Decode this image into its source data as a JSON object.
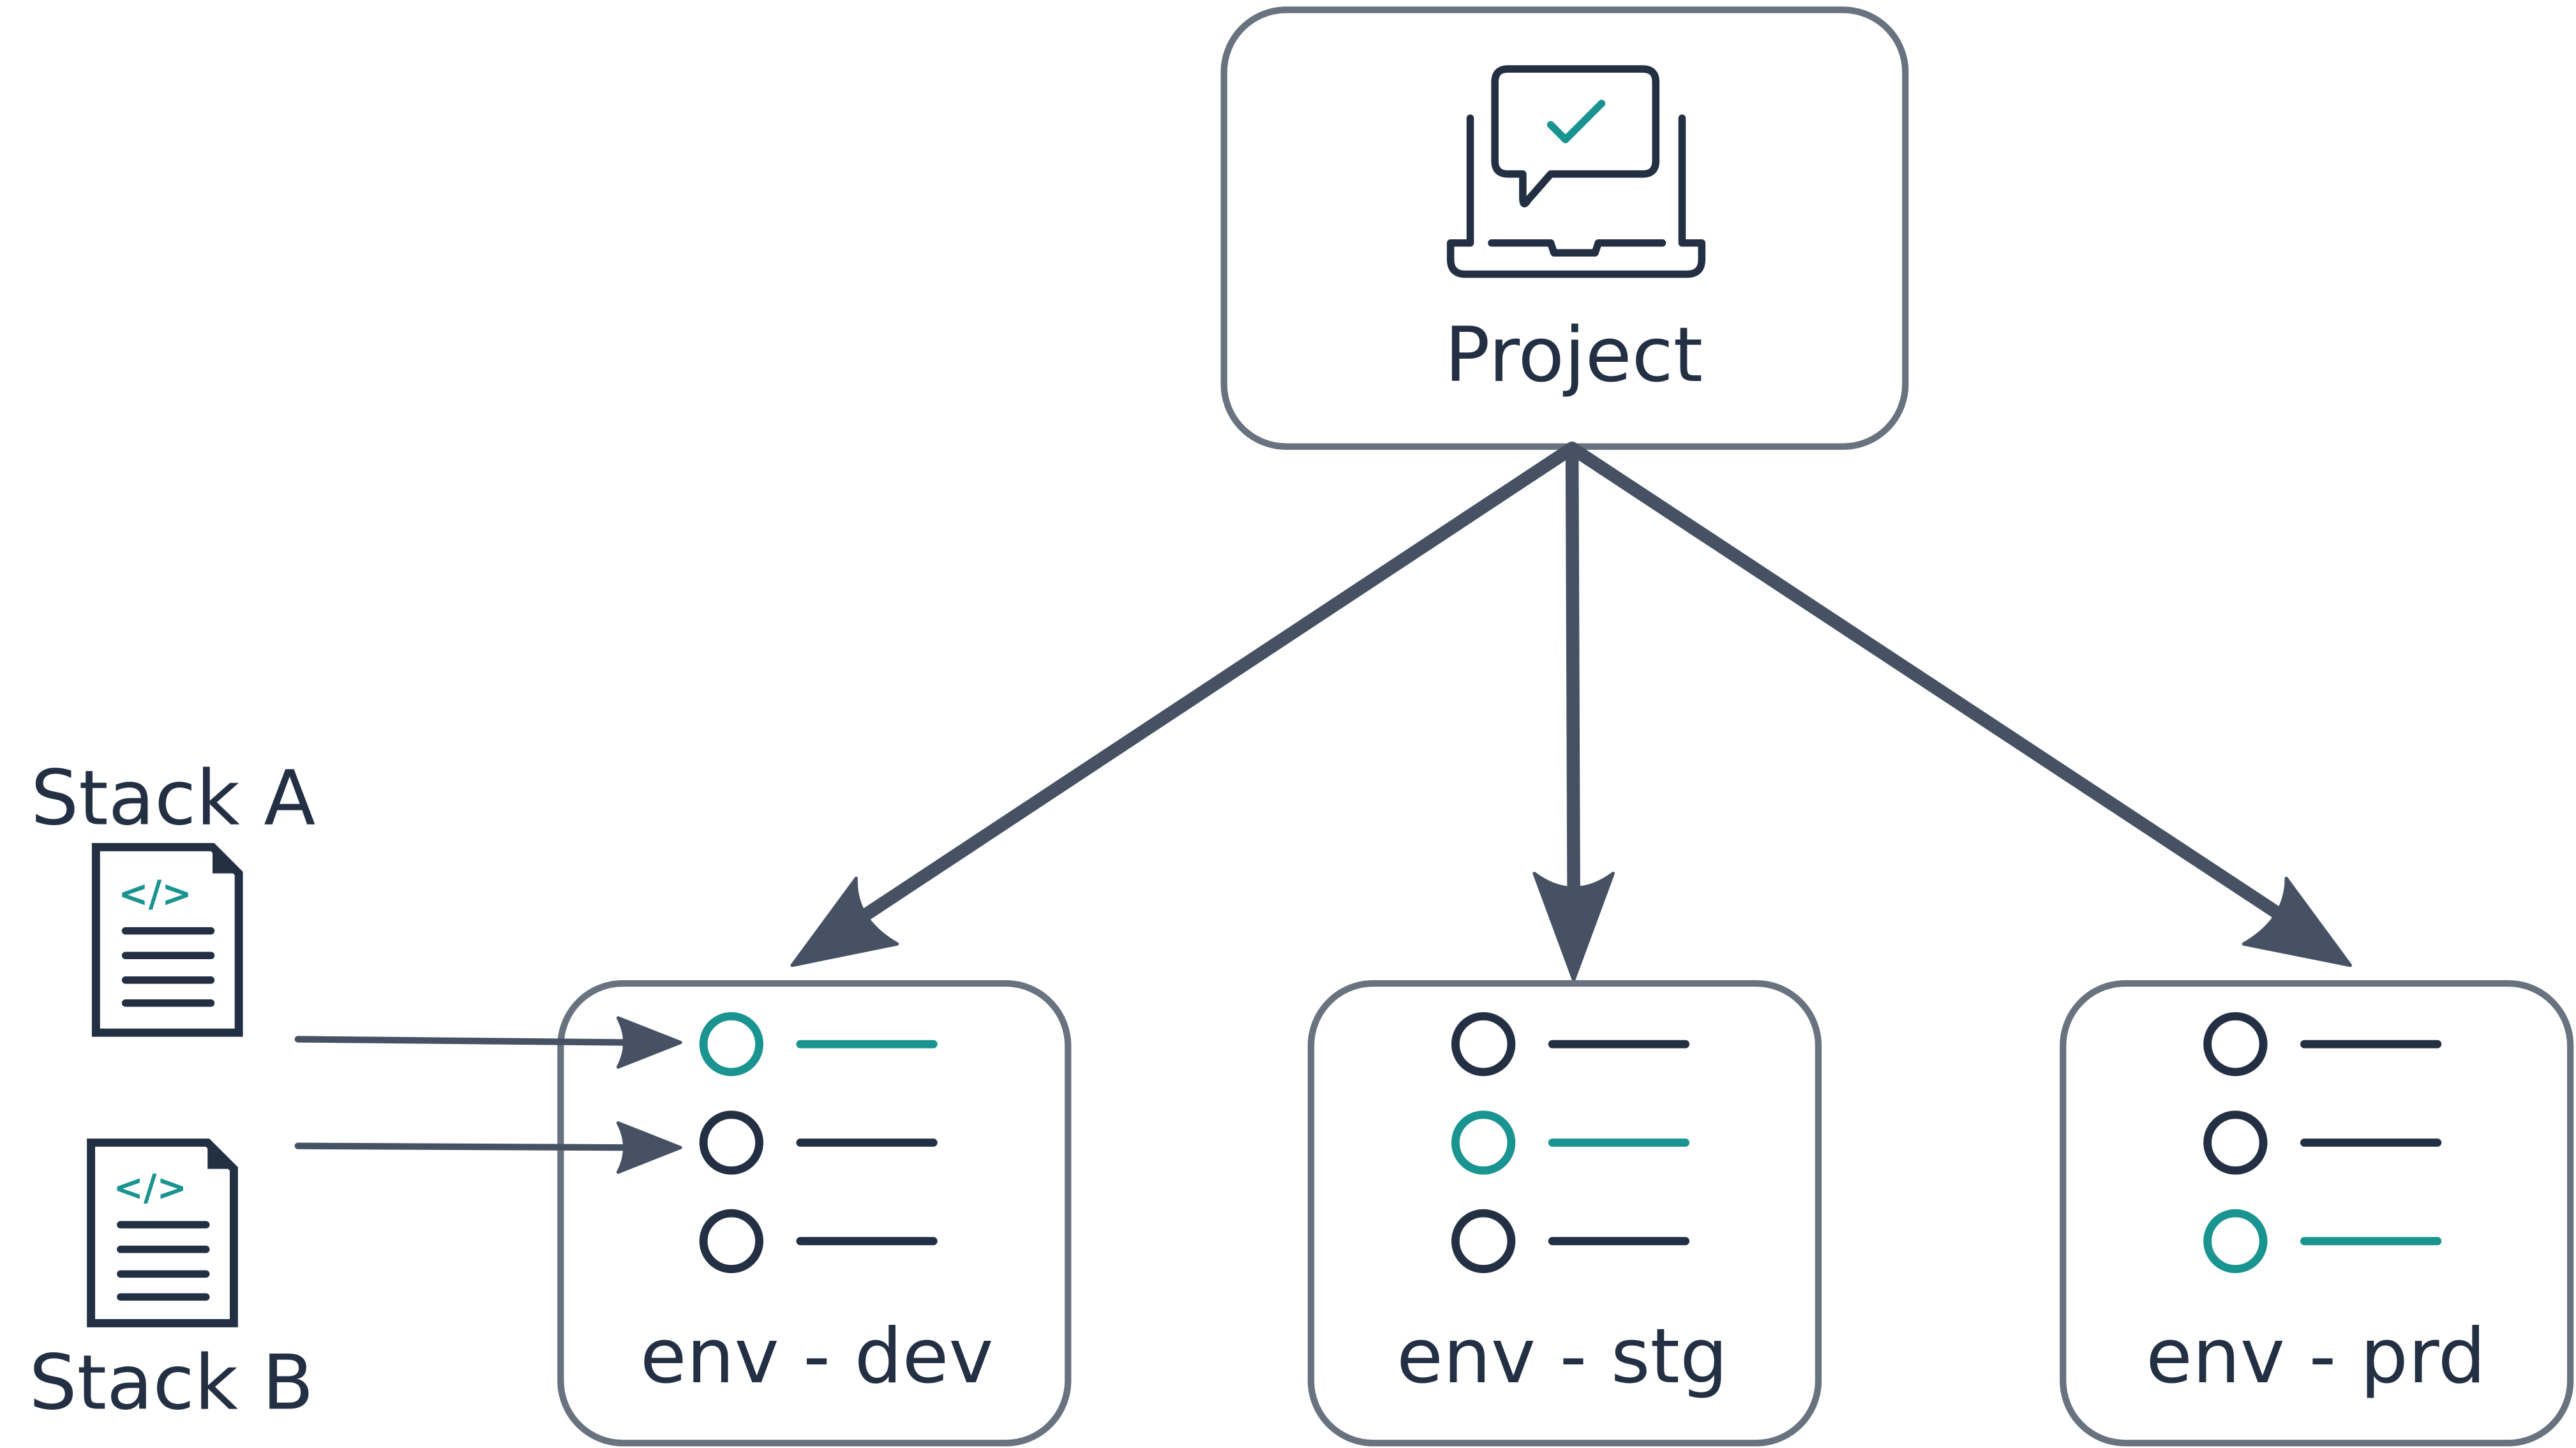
{
  "project": {
    "label": "Project"
  },
  "stacks": [
    {
      "label": "Stack A"
    },
    {
      "label": "Stack B"
    }
  ],
  "environments": [
    {
      "label": "env - dev",
      "active_row": 0
    },
    {
      "label": "env - stg",
      "active_row": 1
    },
    {
      "label": "env - prd",
      "active_row": 2
    }
  ],
  "icons": {
    "project": "laptop-chat-check-icon",
    "stack": "code-document-icon"
  },
  "colors": {
    "box_border": "#68737f",
    "arrow": "#465264",
    "dark": "#232f43",
    "accent": "#1a9490"
  }
}
